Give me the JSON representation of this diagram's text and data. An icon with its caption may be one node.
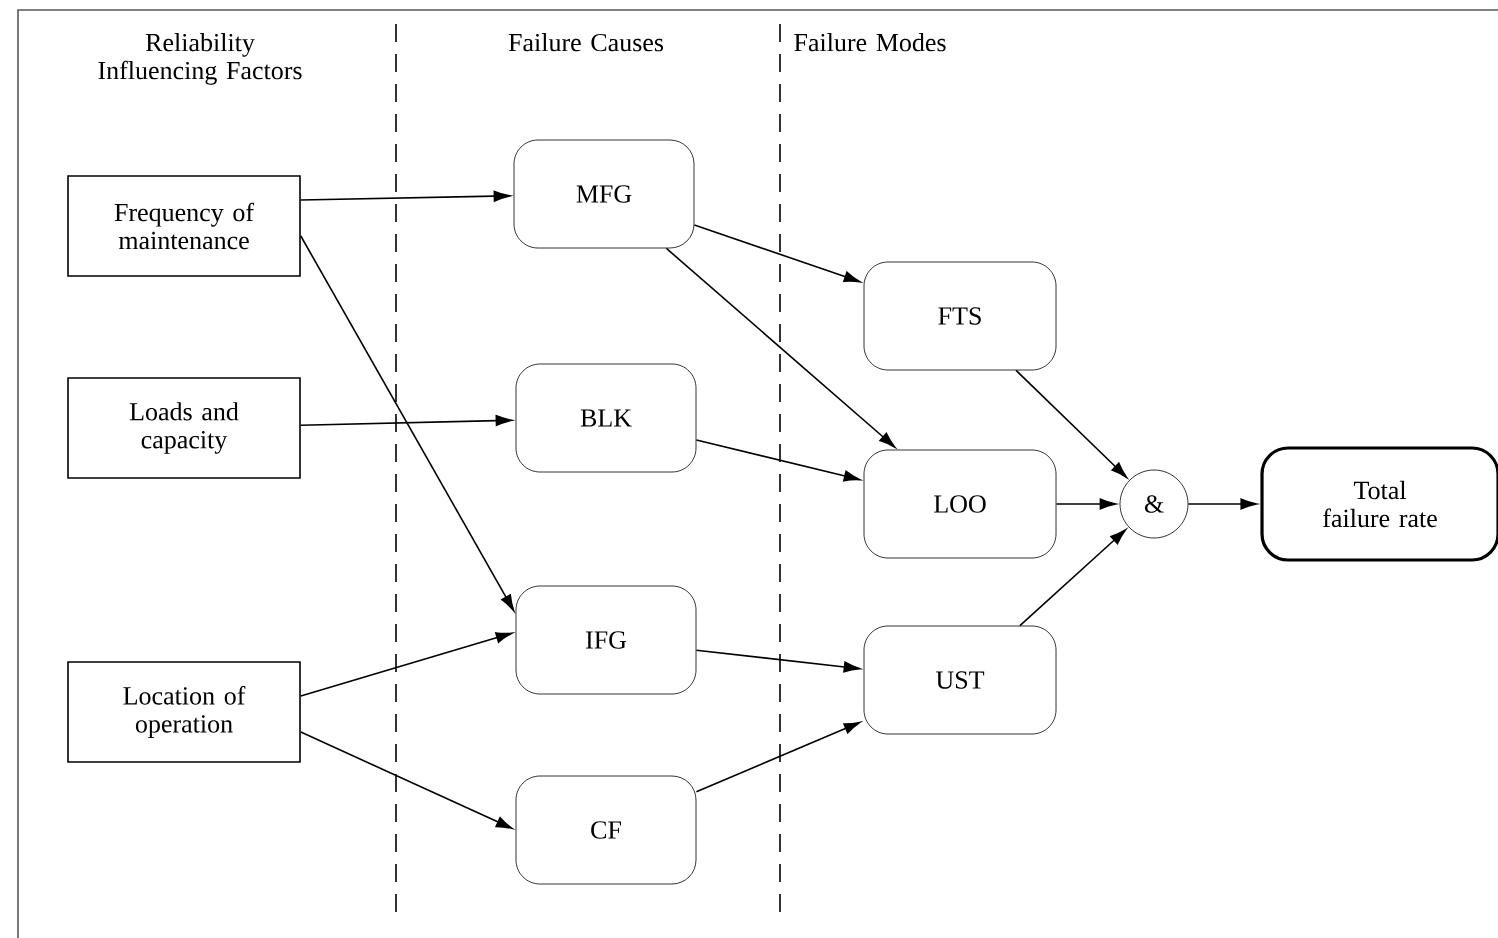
{
  "diagram": {
    "nodes": [
      {
        "text": [
          "Frequency of maintenance"
        ]
      },
      {
        "text": [
          "Loads and capacity"
        ]
      },
      {
        "text": [
          "Location of operation"
        ]
      },
      {
        "text": [
          "MFG"
        ]
      },
      {
        "text": [
          "BLK"
        ]
      },
      {
        "text": [
          "IFG"
        ]
      },
      {
        "text": [
          "CF"
        ]
      },
      {
        "text": [
          "FTS"
        ]
      },
      {
        "text": [
          "LOO"
        ]
      },
      {
        "text": [
          "UST"
        ]
      },
      {
        "text": [
          "&"
        ]
      },
      {
        "text": [
          "Total failure rate"
        ]
      }
    ],
    "edges": [
      {
        "from": 0,
        "to": 3,
        "arrow": "to"
      },
      {
        "from": 0,
        "to": 5,
        "arrow": "to"
      },
      {
        "from": 1,
        "to": 4,
        "arrow": "to"
      },
      {
        "from": 2,
        "to": 5,
        "arrow": "to"
      },
      {
        "from": 2,
        "to": 6,
        "arrow": "to"
      },
      {
        "from": 3,
        "to": 7,
        "arrow": "to"
      },
      {
        "from": 3,
        "to": 8,
        "arrow": "to"
      },
      {
        "from": 4,
        "to": 8,
        "arrow": "to"
      },
      {
        "from": 5,
        "to": 9,
        "arrow": "to"
      },
      {
        "from": 6,
        "to": 9,
        "arrow": "to"
      },
      {
        "from": 7,
        "to": 10,
        "arrow": "to"
      },
      {
        "from": 8,
        "to": 10,
        "arrow": "to"
      },
      {
        "from": 9,
        "to": 10,
        "arrow": "to"
      },
      {
        "from": 10,
        "to": 11,
        "arrow": "to"
      }
    ],
    "labels": [
      "Reliability Influencing Factors",
      "Failure Causes",
      "Failure Modes"
    ]
  }
}
